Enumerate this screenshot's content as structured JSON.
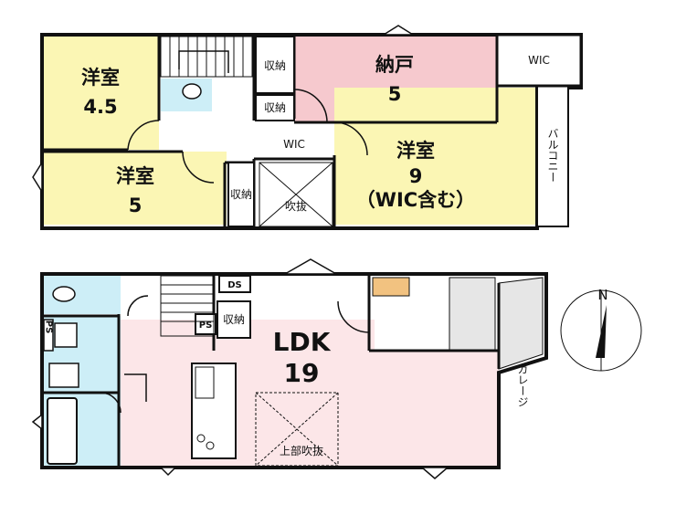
{
  "second_floor": {
    "room_western_45_name": "洋室",
    "room_western_45_size": "4.5",
    "room_western_5_name": "洋室",
    "room_western_5_size": "5",
    "storage_room_name": "納戸",
    "storage_room_size": "5",
    "room_western_9_name": "洋室",
    "room_western_9_size": "9",
    "room_western_9_note": "（WIC含む）",
    "closet_1": "収納",
    "closet_2": "収納",
    "closet_3": "収納",
    "wic_hall": "WIC",
    "wic_corner": "WIC",
    "void": "吹抜",
    "balcony": "バルコニー"
  },
  "first_floor": {
    "ldk_name": "LDK",
    "ldk_size": "19",
    "ds": "DS",
    "ps_1": "PS",
    "ps_2": "PS",
    "closet": "収納",
    "upper_void": "上部吹抜",
    "garage": "ガレージ"
  },
  "compass": {
    "north": "N"
  },
  "colors": {
    "western_room": "#fbf6b4",
    "storage_room": "#f6c9ce",
    "ldk": "#fce6e8",
    "wet_area": "#cdeef7",
    "wall": "#111111"
  }
}
